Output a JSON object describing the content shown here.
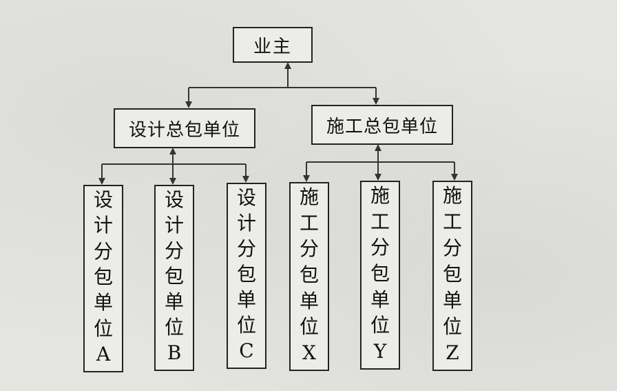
{
  "root": {
    "label": "业主"
  },
  "level2": [
    {
      "id": "design",
      "label": "设计总包单位"
    },
    {
      "id": "construct",
      "label": "施工总包单位"
    }
  ],
  "level3": [
    {
      "parent": "design",
      "chars": [
        "设",
        "计",
        "分",
        "包",
        "单",
        "位",
        "A"
      ]
    },
    {
      "parent": "design",
      "chars": [
        "设",
        "计",
        "分",
        "包",
        "单",
        "位",
        "B"
      ]
    },
    {
      "parent": "design",
      "chars": [
        "设",
        "计",
        "分",
        "包",
        "单",
        "位",
        "C"
      ]
    },
    {
      "parent": "construct",
      "chars": [
        "施",
        "工",
        "分",
        "包",
        "单",
        "位",
        "X"
      ]
    },
    {
      "parent": "construct",
      "chars": [
        "施",
        "工",
        "分",
        "包",
        "单",
        "位",
        "Y"
      ]
    },
    {
      "parent": "construct",
      "chars": [
        "施",
        "工",
        "分",
        "包",
        "单",
        "位",
        "Z"
      ]
    }
  ],
  "colors": {
    "line": "#333333",
    "box_border": "#222222",
    "paper": "#e4e4e0"
  }
}
